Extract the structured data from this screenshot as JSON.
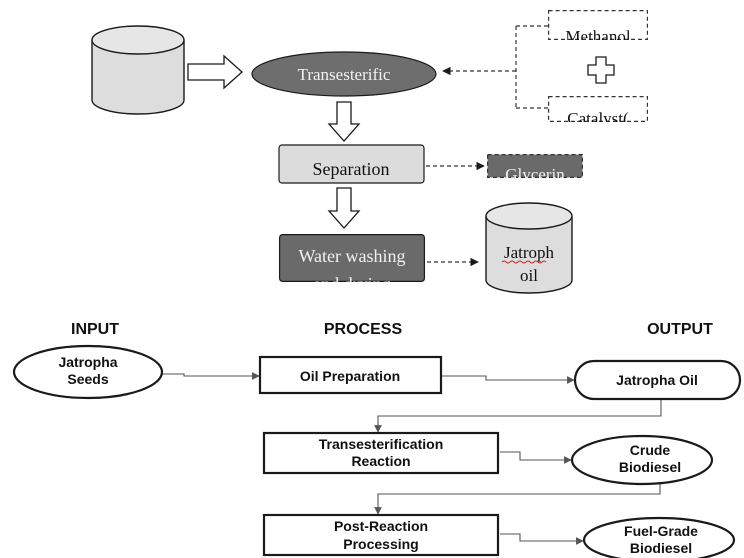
{
  "top_diagram": {
    "process_label": "Transesterific",
    "methanol_label": "Methanol",
    "catalyst_label": "Catalyst(",
    "separation_label": "Separation",
    "glycerin_label": "Glycerin",
    "washing_label": "Water washing",
    "washing_sublabel": "and drying",
    "product_label": "Jatroph",
    "product_sublabel": "oil"
  },
  "bottom_diagram": {
    "columns": {
      "input": "INPUT",
      "process": "PROCESS",
      "output": "OUTPUT"
    },
    "input_node": [
      "Jatropha",
      "Seeds"
    ],
    "processes": [
      [
        "Oil Preparation"
      ],
      [
        "Transesterification",
        "Reaction"
      ],
      [
        "Post-Reaction",
        "Processing"
      ]
    ],
    "outputs": [
      [
        "Jatropha Oil"
      ],
      [
        "Crude",
        "Biodiesel"
      ],
      [
        "Fuel-Grade",
        "Biodiesel"
      ]
    ]
  },
  "colors": {
    "line": "#1a1a1a",
    "connector": "#444444",
    "ellipse_dark": "#6e6e6e",
    "box_light": "#dcdcdc",
    "box_dark": "#6a6a6a",
    "cylinder": "#dddddd"
  }
}
